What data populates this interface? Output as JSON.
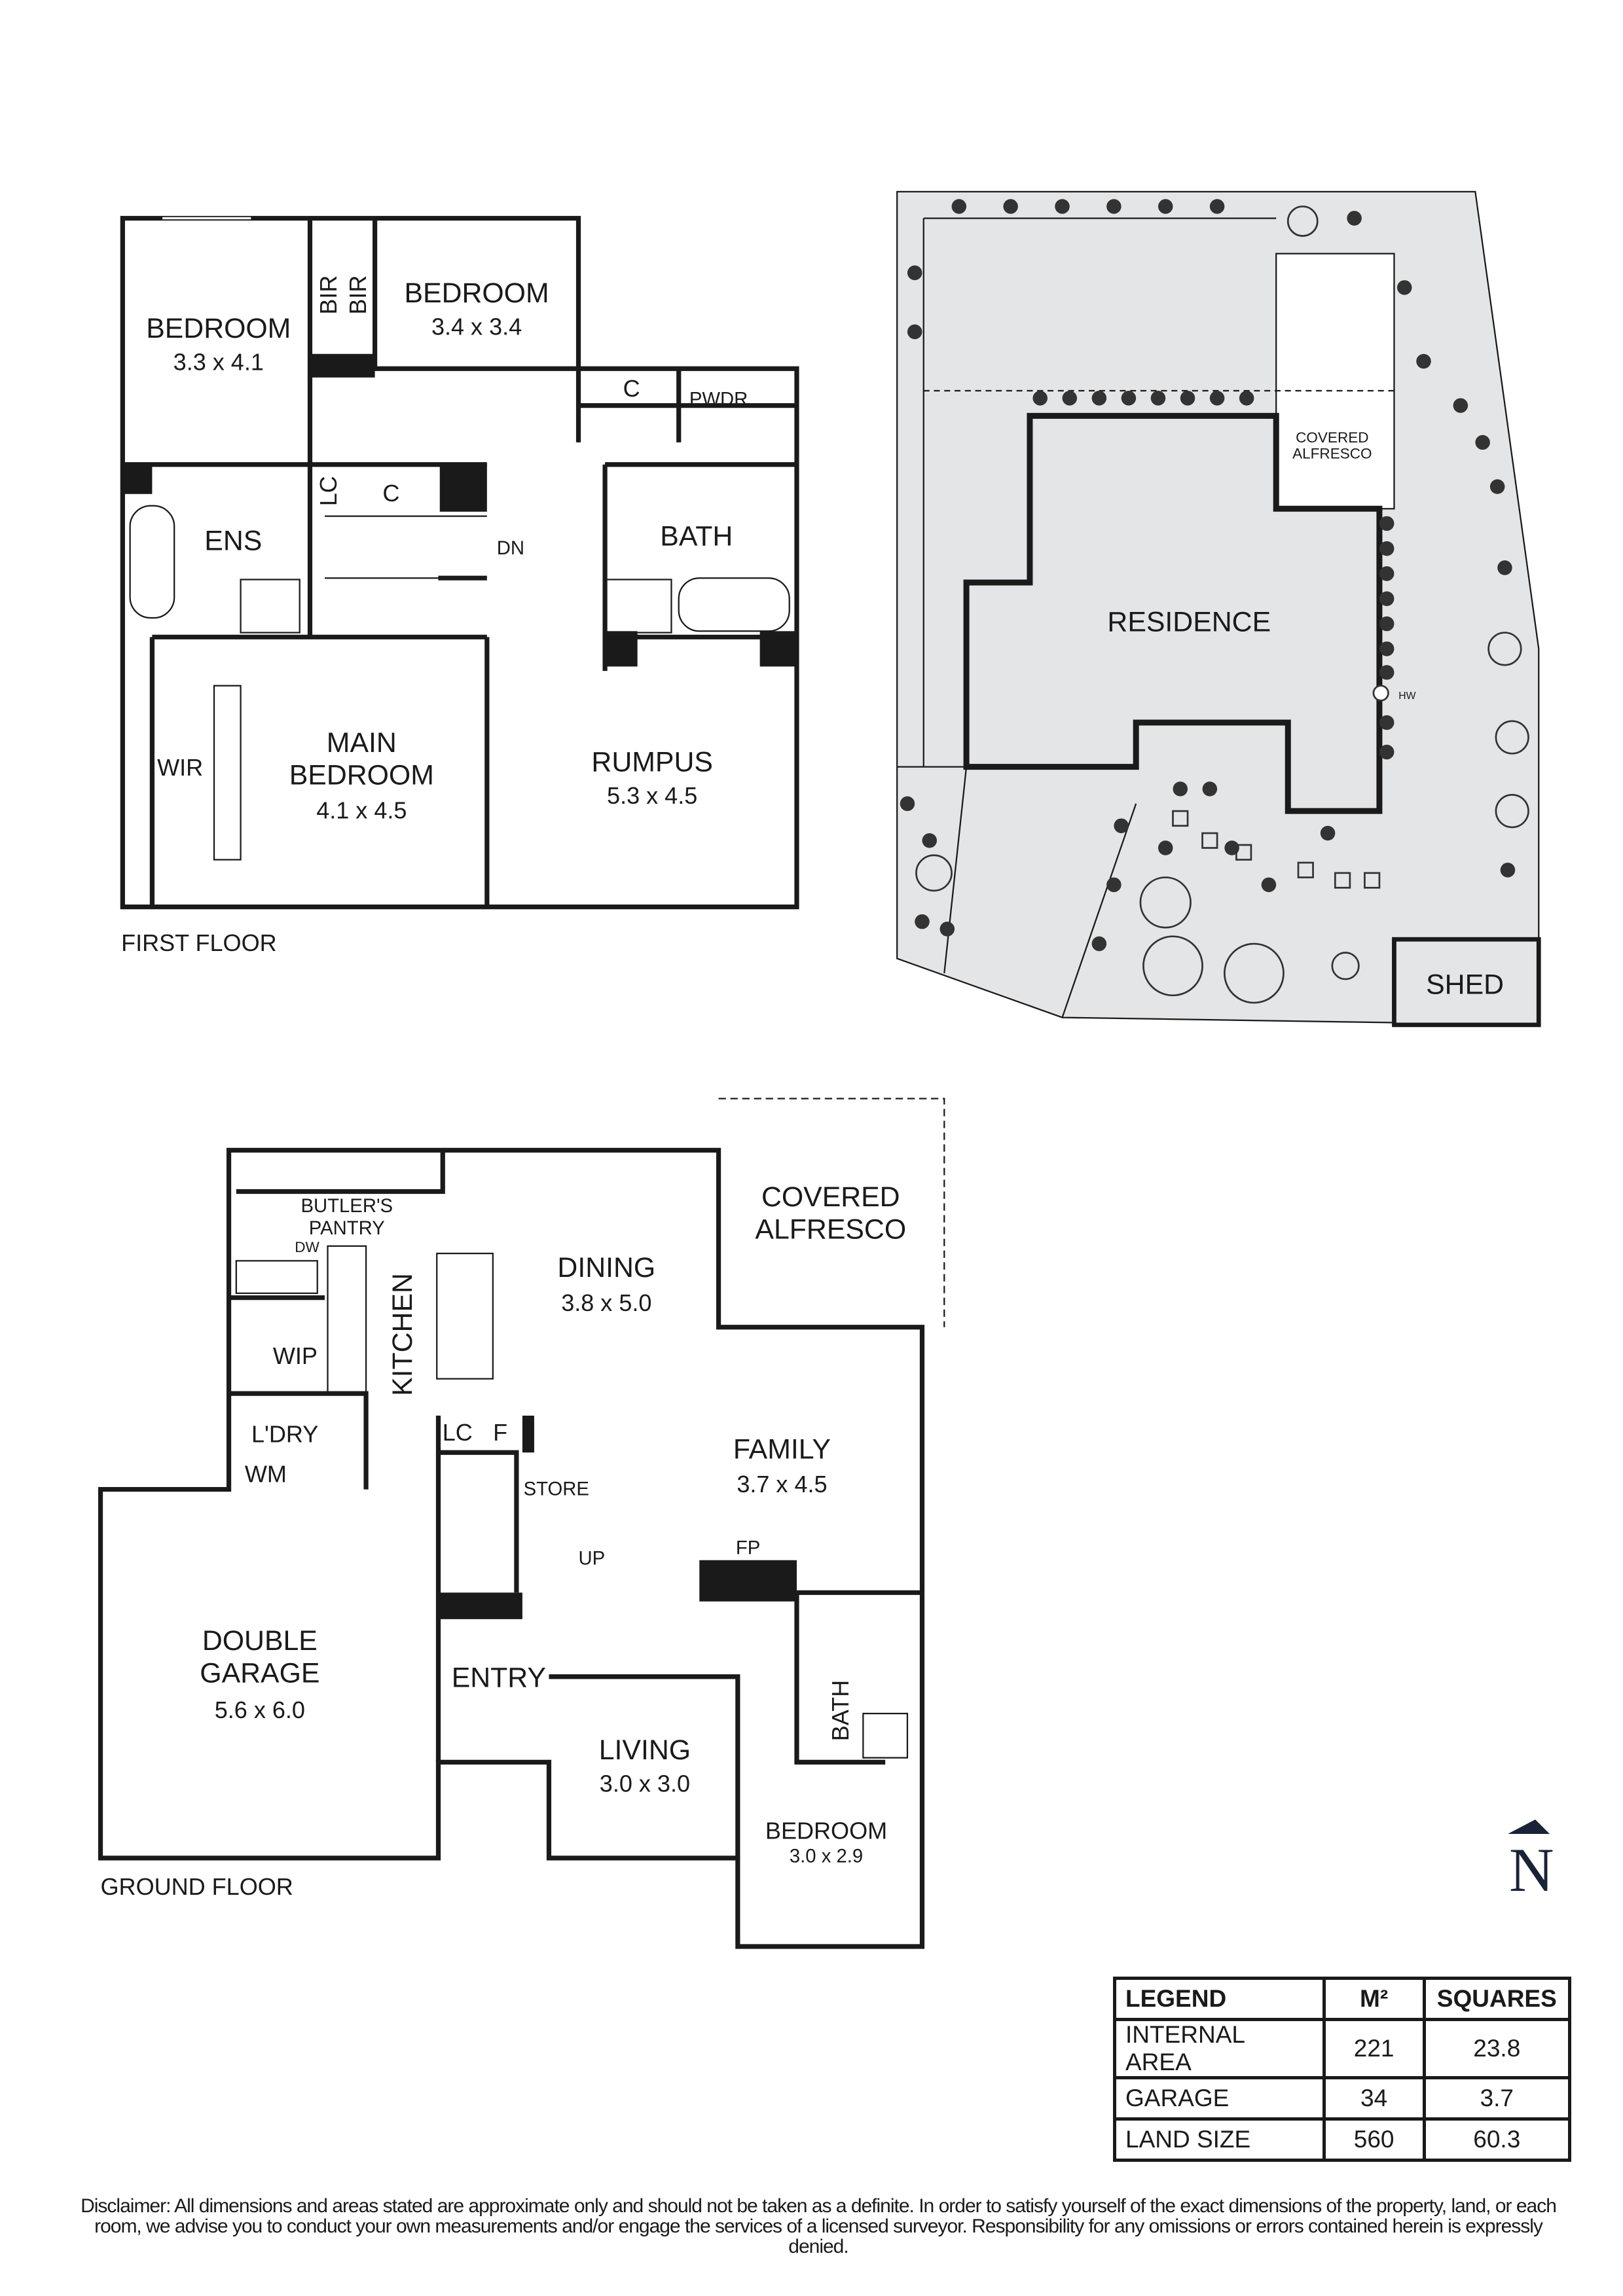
{
  "first_floor": {
    "title": "FIRST FLOOR",
    "rooms": [
      {
        "name": "BEDROOM",
        "dims": "3.3 x 4.1"
      },
      {
        "name": "BEDROOM",
        "dims": "3.4 x 3.4"
      },
      {
        "name": "MAIN BEDROOM",
        "dims": "4.1 x 4.5"
      },
      {
        "name": "RUMPUS",
        "dims": "5.3 x 4.5"
      }
    ],
    "labels": {
      "bir1": "BIR",
      "bir2": "BIR",
      "ens": "ENS",
      "bath": "BATH",
      "pwdr": "PWDR",
      "c1": "C",
      "c2": "C",
      "lc": "LC",
      "dn": "DN",
      "wir": "WIR",
      "main1": "MAIN",
      "main2": "BEDROOM"
    }
  },
  "ground_floor": {
    "title": "GROUND FLOOR",
    "rooms": [
      {
        "name": "DINING",
        "dims": "3.8 x 5.0"
      },
      {
        "name": "FAMILY",
        "dims": "3.7 x 4.5"
      },
      {
        "name": "DOUBLE GARAGE",
        "dims": "5.6 x 6.0"
      },
      {
        "name": "LIVING",
        "dims": "3.0 x 3.0"
      },
      {
        "name": "BEDROOM",
        "dims": "3.0 x 2.9"
      }
    ],
    "labels": {
      "butlers1": "BUTLER'S",
      "butlers2": "PANTRY",
      "dw": "DW",
      "kitchen": "KITCHEN",
      "wip": "WIP",
      "ldry": "L'DRY",
      "wm": "WM",
      "lc": "LC",
      "f": "F",
      "store": "STORE",
      "up": "UP",
      "fp": "FP",
      "bath": "BATH",
      "entry": "ENTRY",
      "alfresco1": "COVERED",
      "alfresco2": "ALFRESCO",
      "garage1": "DOUBLE",
      "garage2": "GARAGE"
    }
  },
  "site_plan": {
    "residence": "RESIDENCE",
    "alfresco1": "COVERED",
    "alfresco2": "ALFRESCO",
    "shed": "SHED",
    "hw": "HW"
  },
  "north": {
    "label": "N",
    "icon": "north-arrow-icon"
  },
  "legend": {
    "headers": [
      "LEGEND",
      "M²",
      "SQUARES"
    ],
    "rows": [
      {
        "label": "INTERNAL AREA",
        "m2": "221",
        "squares": "23.8"
      },
      {
        "label": "GARAGE",
        "m2": "34",
        "squares": "3.7"
      },
      {
        "label": "LAND SIZE",
        "m2": "560",
        "squares": "60.3"
      }
    ]
  },
  "disclaimer": "Disclaimer: All dimensions and areas stated are approximate only and should not be taken as a definite. In order to satisfy yourself of the exact dimensions of the property, land, or each room, we advise you to conduct your own measurements and/or engage the services of a licensed surveyor. Responsibility for any omissions or errors contained herein is expressly denied.",
  "colors": {
    "wall": "#1a1a1a",
    "site_fill": "#e4e5e7",
    "background": "#ffffff"
  }
}
